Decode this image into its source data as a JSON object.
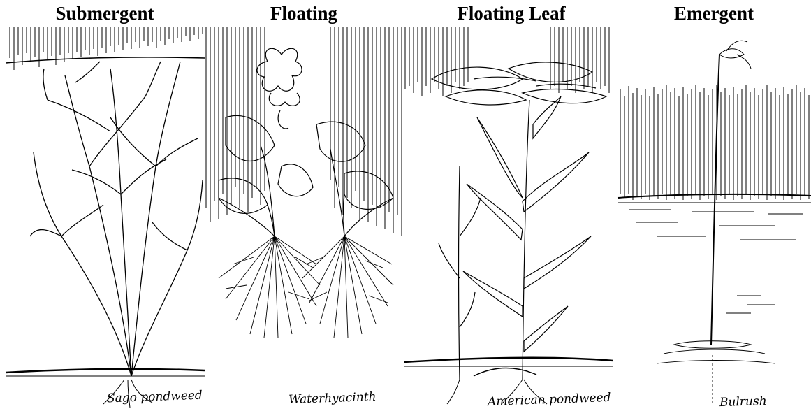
{
  "panels": [
    {
      "title": "Submergent",
      "caption": "Sago pondweed"
    },
    {
      "title": "Floating",
      "caption": "Waterhyacinth"
    },
    {
      "title": "Floating Leaf",
      "caption": "American pondweed"
    },
    {
      "title": "Emergent",
      "caption": "Bulrush"
    }
  ]
}
